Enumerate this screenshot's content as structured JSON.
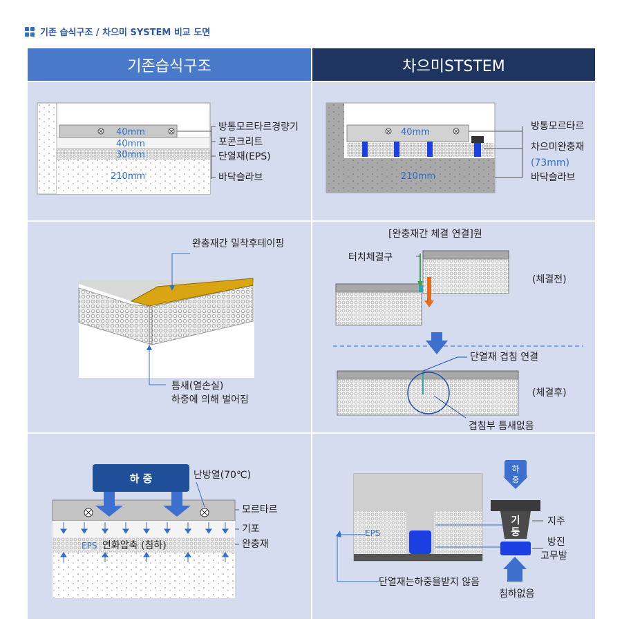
{
  "page_title": "기존 습식구조 / 차으미 SYSTEM 비교 도면",
  "headers": {
    "left": "기존습식구조",
    "right": "차으미STSTEM"
  },
  "row1": {
    "left": {
      "dims": [
        "40mm",
        "40mm",
        "30mm",
        "210mm"
      ],
      "labels": [
        "방통모르타르경량기",
        "포콘크리트",
        "단열재(EPS)",
        "바닥슬라브"
      ]
    },
    "right": {
      "dims": [
        "40mm",
        "210mm"
      ],
      "labels": [
        "방통모르타르",
        "차으미완충재",
        "(73mm)",
        "바닥슬라브"
      ]
    }
  },
  "row2": {
    "left": {
      "tape_label": "완충재간 밀착후테이핑",
      "gap_label_1": "틈새(열손실)",
      "gap_label_2": "하중에 의해 벌어짐"
    },
    "right": {
      "title": "[완충재간 체결 연결]원",
      "touch": "터치체결구",
      "before": "(체결전)",
      "overlap": "단열재 겹침 연결",
      "after": "(체결후)",
      "nogap": "겹침부 틈새없음"
    }
  },
  "row3": {
    "left": {
      "load": "하 중",
      "heating": "난방열(70℃)",
      "labels": [
        "모르타르",
        "기포",
        "완충재"
      ],
      "eps": "EPS",
      "compress": "연화압축 (침하)"
    },
    "right": {
      "load_1": "하",
      "load_2": "중",
      "eps": "EPS",
      "bottom_note": "단열재는하중을받지 않음",
      "pillar_1": "기",
      "pillar_2": "둥",
      "support": "지주",
      "rubber_1": "방진",
      "rubber_2": "고무발",
      "no_sink": "침하없음"
    }
  },
  "colors": {
    "header_left": "#4a79c9",
    "header_right": "#1e3461",
    "cell_bg": "#d6dcef",
    "tape": "#d9a512",
    "blue_part": "#1b3fe0",
    "load_box": "#1f4f99",
    "arrow_blue": "#3d6fcf"
  }
}
